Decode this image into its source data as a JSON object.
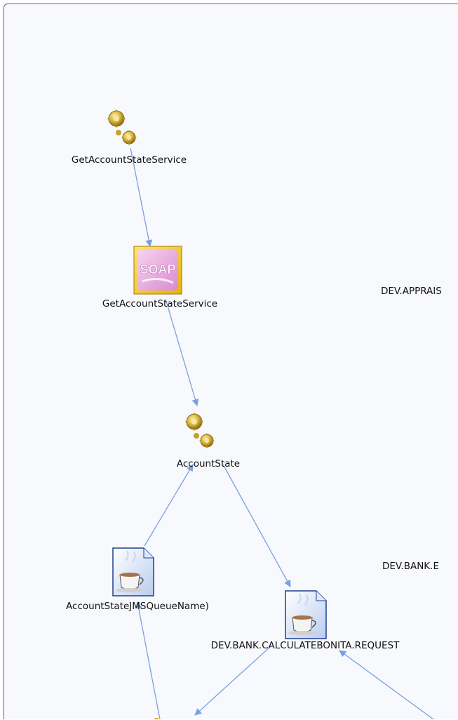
{
  "diagram": {
    "colors": {
      "edge": "#7b9fe0",
      "background": "#f8f9fc",
      "border": "#606060",
      "label": "#111111"
    },
    "nodes": {
      "getaccount_service_top": {
        "label": "GetAccountStateService",
        "icon": "service-gears-icon"
      },
      "getaccount_soap": {
        "label": "GetAccountStateService",
        "icon": "soap-icon",
        "icon_text": "SOAP"
      },
      "accountstate": {
        "label": "AccountState",
        "icon": "service-gears-icon"
      },
      "accountstate_jms": {
        "label": "AccountStateJMSQueueName)",
        "icon": "java-document-icon"
      },
      "calculatebonita": {
        "label": "DEV.BANK.CALCULATEBONITA.REQUEST",
        "icon": "java-document-icon"
      },
      "dev_apprais": {
        "label": "DEV.APPRAIS"
      },
      "dev_bank_e": {
        "label": "DEV.BANK.E"
      }
    },
    "edges": [
      {
        "from": "getaccount_service_top",
        "to": "getaccount_soap"
      },
      {
        "from": "getaccount_soap",
        "to": "accountstate"
      },
      {
        "from": "accountstate_jms",
        "to": "accountstate"
      },
      {
        "from": "accountstate",
        "to": "calculatebonita"
      },
      {
        "from": "bottom_partial_node",
        "to": "accountstate_jms"
      },
      {
        "from": "calculatebonita",
        "to": "bottom_partial_node"
      },
      {
        "from": "offscreen_right_node",
        "to": "calculatebonita"
      }
    ]
  }
}
